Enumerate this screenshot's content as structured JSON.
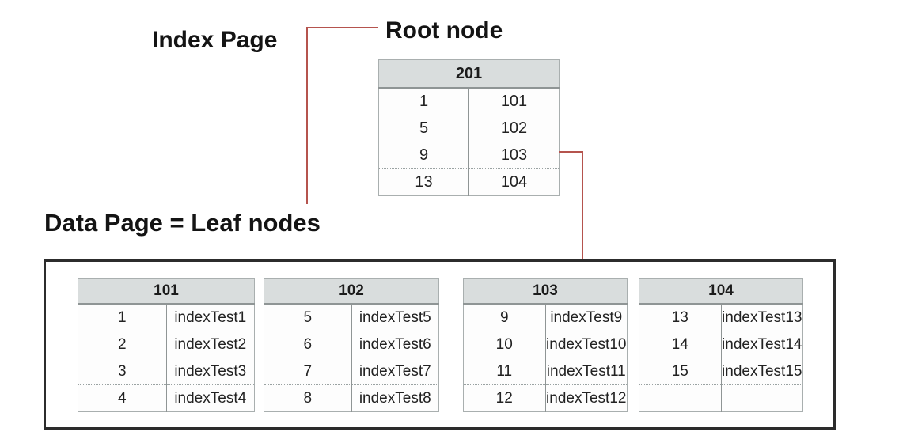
{
  "labels": {
    "index_page": "Index Page",
    "root_node": "Root node",
    "data_page": "Data Page = Leaf nodes"
  },
  "colors": {
    "connector": "#b5544e",
    "header_bg": "#d9dddd",
    "table_border": "#a9afaf",
    "outer_box_border": "#2c2c2c"
  },
  "icons": {
    "connector_arrow": "arrow-down-icon"
  },
  "root_table": {
    "header": "201",
    "rows": [
      [
        "1",
        "101"
      ],
      [
        "5",
        "102"
      ],
      [
        "9",
        "103"
      ],
      [
        "13",
        "104"
      ]
    ]
  },
  "leaf_tables": [
    {
      "header": "101",
      "rows": [
        [
          "1",
          "indexTest1"
        ],
        [
          "2",
          "indexTest2"
        ],
        [
          "3",
          "indexTest3"
        ],
        [
          "4",
          "indexTest4"
        ]
      ]
    },
    {
      "header": "102",
      "rows": [
        [
          "5",
          "indexTest5"
        ],
        [
          "6",
          "indexTest6"
        ],
        [
          "7",
          "indexTest7"
        ],
        [
          "8",
          "indexTest8"
        ]
      ]
    },
    {
      "header": "103",
      "rows": [
        [
          "9",
          "indexTest9"
        ],
        [
          "10",
          "indexTest10"
        ],
        [
          "11",
          "indexTest11"
        ],
        [
          "12",
          "indexTest12"
        ]
      ]
    },
    {
      "header": "104",
      "rows": [
        [
          "13",
          "indexTest13"
        ],
        [
          "14",
          "indexTest14"
        ],
        [
          "15",
          "indexTest15"
        ],
        [
          "",
          ""
        ]
      ]
    }
  ]
}
